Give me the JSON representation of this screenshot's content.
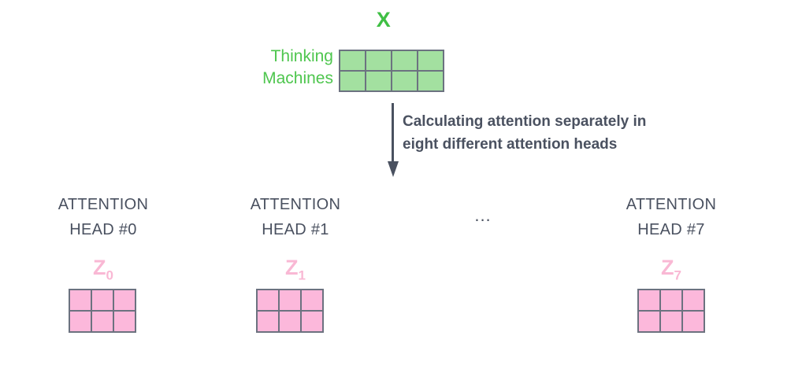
{
  "diagram": {
    "title": "Multi-head attention: X split across eight attention heads",
    "input": {
      "symbol": "X",
      "tokens": [
        "Thinking",
        "Machines"
      ],
      "matrix": {
        "rows": 2,
        "cols": 4,
        "fill_color": "#a3e0a0",
        "border_color": "#6c7280"
      }
    },
    "arrow": {
      "caption_line1": "Calculating attention separately in",
      "caption_line2": "eight different attention heads",
      "color": "#4a5160"
    },
    "ellipsis": "...",
    "heads": [
      {
        "label_line1": "ATTENTION",
        "label_line2": "HEAD #0",
        "output_symbol": "Z",
        "output_subscript": "0",
        "matrix": {
          "rows": 2,
          "cols": 3,
          "fill_color": "#fcb8db",
          "border_color": "#6c7280"
        }
      },
      {
        "label_line1": "ATTENTION",
        "label_line2": "HEAD #1",
        "output_symbol": "Z",
        "output_subscript": "1",
        "matrix": {
          "rows": 2,
          "cols": 3,
          "fill_color": "#fcb8db",
          "border_color": "#6c7280"
        }
      },
      {
        "label_line1": "ATTENTION",
        "label_line2": "HEAD #7",
        "output_symbol": "Z",
        "output_subscript": "7",
        "matrix": {
          "rows": 2,
          "cols": 3,
          "fill_color": "#fcb8db",
          "border_color": "#6c7280"
        }
      }
    ],
    "colors": {
      "green_bold": "#3fbf44",
      "green_light": "#4ec64e",
      "pink_label": "#f9b8d4",
      "pink_fill": "#fcb8db",
      "slate": "#4a5160",
      "border": "#6c7280",
      "background": "#ffffff"
    }
  }
}
